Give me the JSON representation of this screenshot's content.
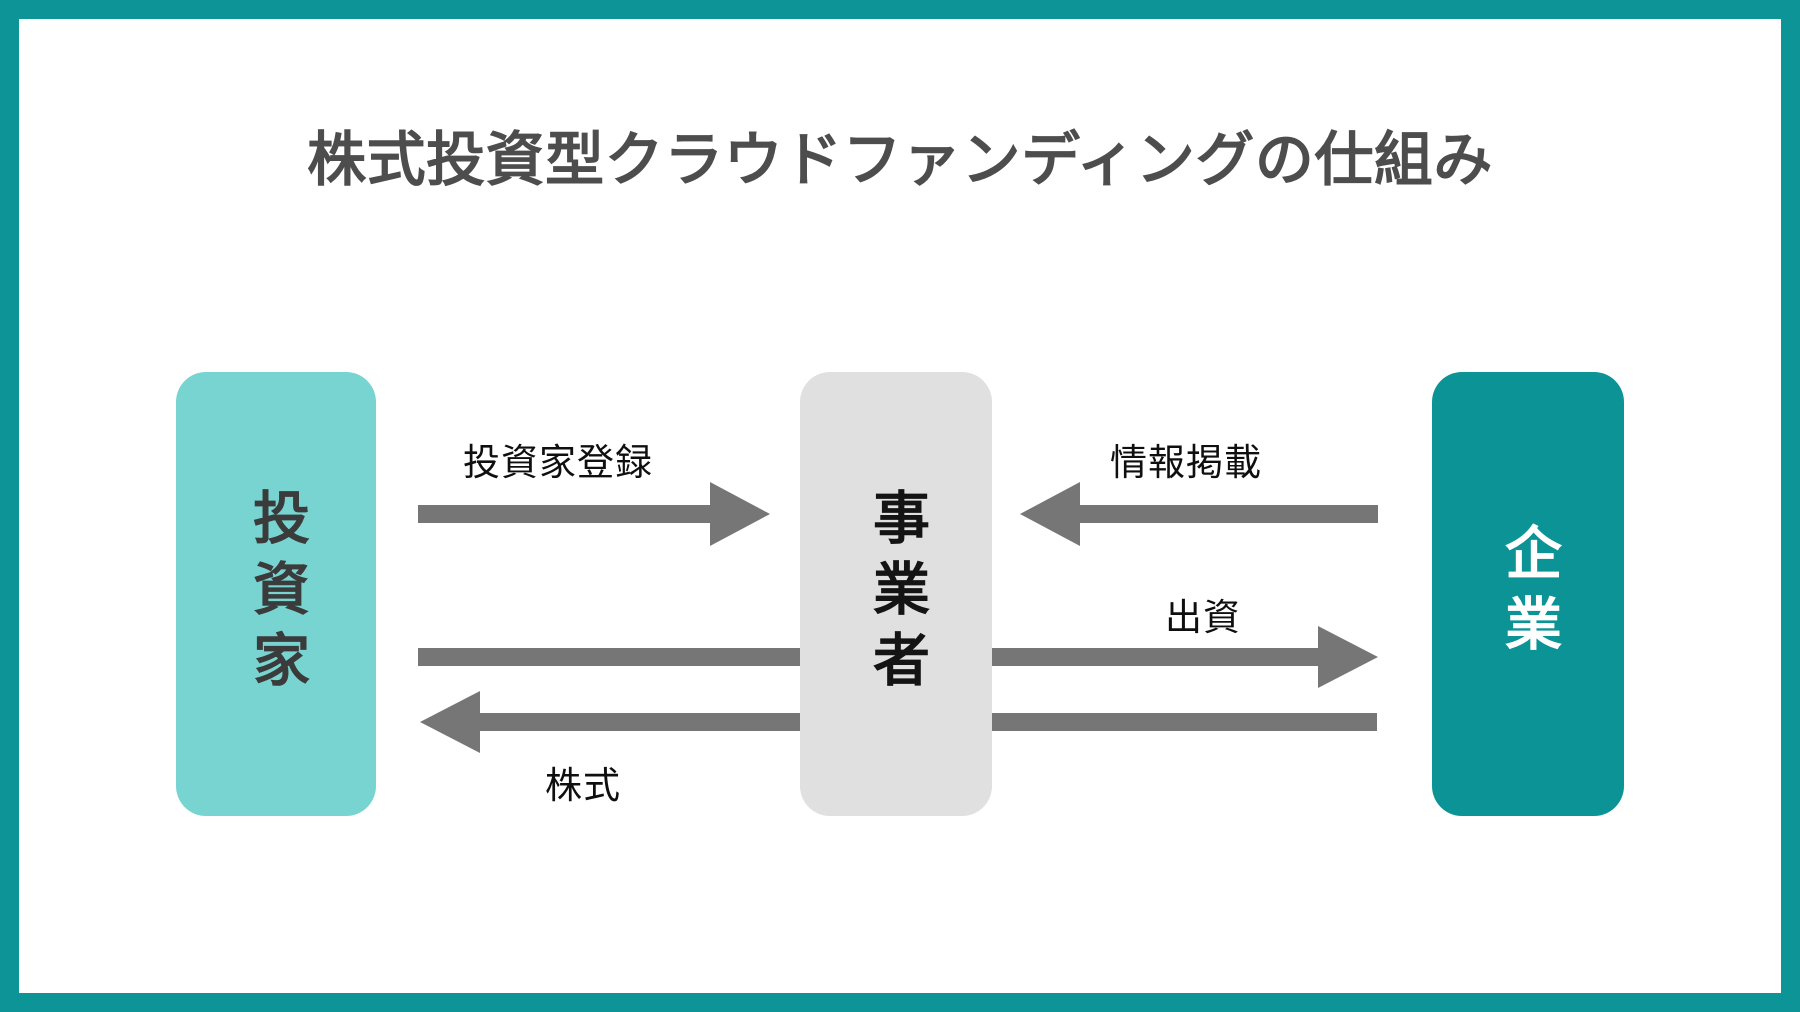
{
  "frame": {
    "border_color": "#0d9496",
    "background": "#ffffff"
  },
  "title": "株式投資型クラウドファンディングの仕組み",
  "title_color": "#4d4d4d",
  "actors": [
    {
      "id": "investor",
      "label": "投資家",
      "fill": "#77d4d1",
      "text_color": "#3b3b3b"
    },
    {
      "id": "operator",
      "label": "事業者",
      "fill": "#e0e0e0",
      "text_color": "#141414"
    },
    {
      "id": "company",
      "label": "企業",
      "fill": "#0b9396",
      "text_color": "#ffffff"
    }
  ],
  "flows": [
    {
      "id": "registration",
      "label": "投資家登録",
      "from": "investor",
      "to": "operator",
      "direction": "right"
    },
    {
      "id": "posting",
      "label": "情報掲載",
      "from": "company",
      "to": "operator",
      "direction": "left"
    },
    {
      "id": "funding",
      "label": "出資",
      "from": "investor",
      "to": "company",
      "direction": "right"
    },
    {
      "id": "shares",
      "label": "株式",
      "from": "company",
      "to": "investor",
      "direction": "left"
    }
  ],
  "arrow_color": "#767676"
}
